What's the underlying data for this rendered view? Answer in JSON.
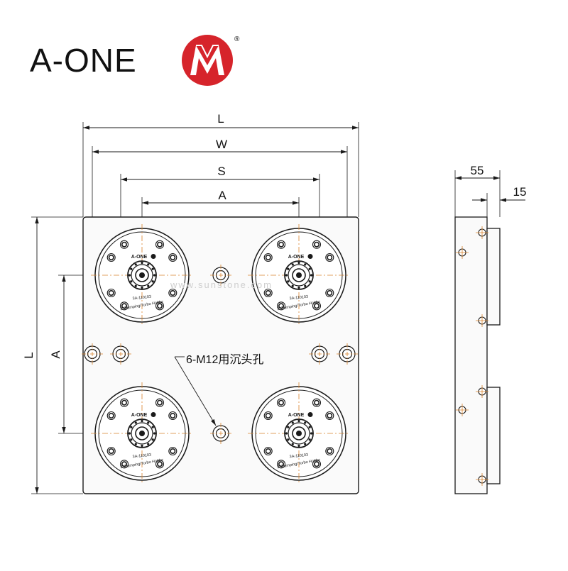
{
  "brand": {
    "name": "A-ONE",
    "registered": "®",
    "logo_color": "#d6242b"
  },
  "front_view": {
    "dimensions": {
      "overall_width": "L",
      "width_w": "W",
      "width_s": "S",
      "width_a": "A",
      "overall_height": "L",
      "height_a": "A"
    },
    "callout": "6-M12用沉头孔",
    "chuck": {
      "brand": "A-ONE",
      "part_no": "3A-110103",
      "caption": "3\"Clamping/Turbo Holder"
    },
    "watermark": "www.sunstone.com"
  },
  "side_view": {
    "dimensions": {
      "thickness": "55",
      "offset": "15"
    }
  },
  "colors": {
    "line": "#1a1a1a",
    "plate": "#fafafa",
    "centerline": "#d9822b"
  }
}
